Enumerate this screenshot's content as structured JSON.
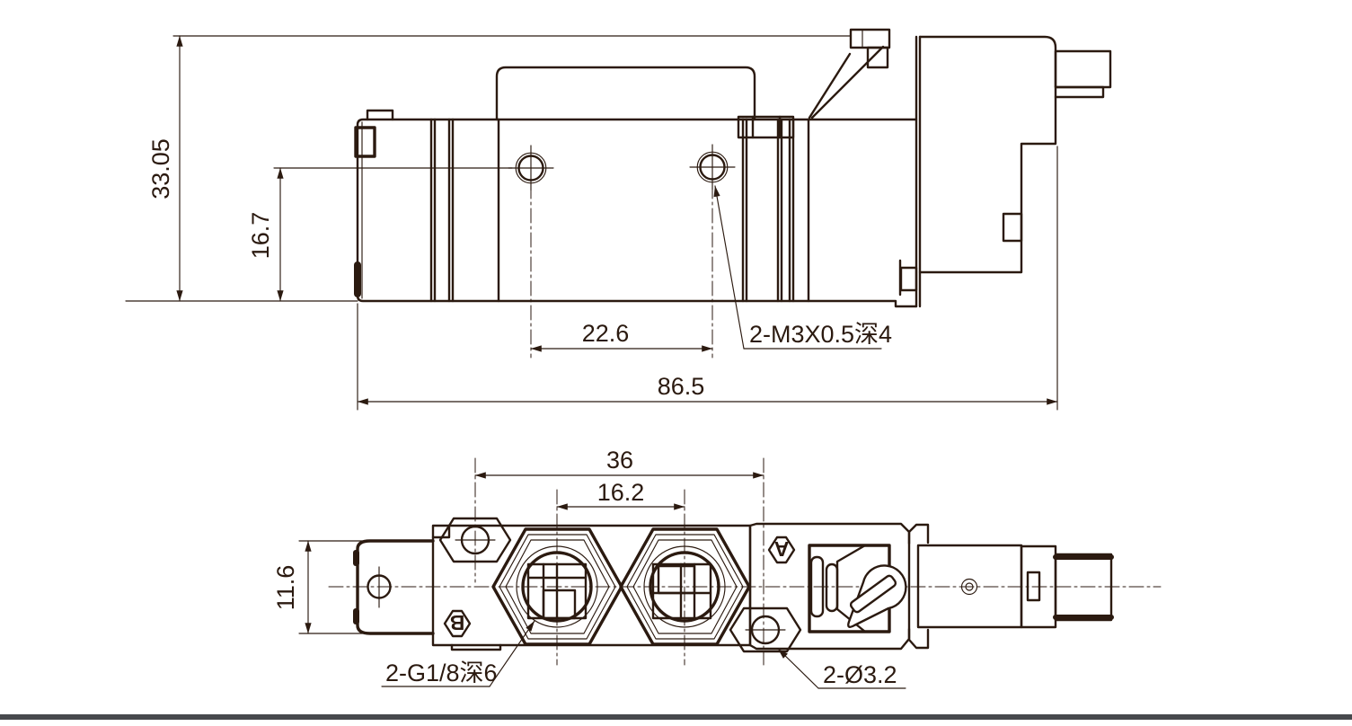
{
  "page": {
    "background": "#ffffff",
    "line_color": "#2b1a10",
    "footer_bar_color": "#47494d"
  },
  "top_view": {
    "dim_overall_height": "33.05",
    "dim_port_center_height": "16.7",
    "dim_mount_hole_spacing": "22.6",
    "dim_overall_length": "86.5",
    "label_mount_thread": "2-M3X0.5深4"
  },
  "bottom_view": {
    "dim_mount_hole_spacing": "36",
    "dim_port_spacing": "16.2",
    "dim_end_cap_height": "11.6",
    "label_port_thread": "2-G1/8深6",
    "label_through_holes": "2-Ø3.2",
    "marker_a": "A",
    "marker_b": "B"
  }
}
